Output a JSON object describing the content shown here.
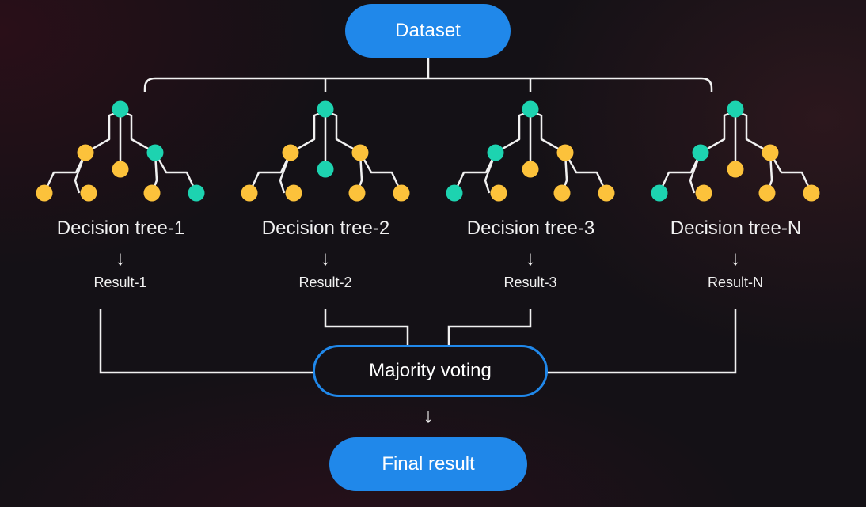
{
  "colors": {
    "accent_blue": "#2088ea",
    "node_teal": "#1dd3b0",
    "node_yellow": "#fcc23b",
    "line": "#f1f1f1"
  },
  "dataset": {
    "label": "Dataset"
  },
  "trees": [
    {
      "label": "Decision tree-1",
      "result": "Result-1",
      "nodes": {
        "root": "teal",
        "left": "yellow",
        "middle": "yellow",
        "right": "teal",
        "ll": "yellow",
        "lr": "yellow",
        "rl": "yellow",
        "rr": "teal"
      }
    },
    {
      "label": "Decision tree-2",
      "result": "Result-2",
      "nodes": {
        "root": "teal",
        "left": "yellow",
        "middle": "teal",
        "right": "yellow",
        "ll": "yellow",
        "lr": "yellow",
        "rl": "yellow",
        "rr": "yellow"
      }
    },
    {
      "label": "Decision tree-3",
      "result": "Result-3",
      "nodes": {
        "root": "teal",
        "left": "teal",
        "middle": "yellow",
        "right": "yellow",
        "ll": "teal",
        "lr": "yellow",
        "rl": "yellow",
        "rr": "yellow"
      }
    },
    {
      "label": "Decision tree-N",
      "result": "Result-N",
      "nodes": {
        "root": "teal",
        "left": "teal",
        "middle": "yellow",
        "right": "yellow",
        "ll": "teal",
        "lr": "yellow",
        "rl": "yellow",
        "rr": "yellow"
      }
    }
  ],
  "arrow_glyph": "↓",
  "voting": {
    "label": "Majority voting"
  },
  "final": {
    "label": "Final result"
  }
}
